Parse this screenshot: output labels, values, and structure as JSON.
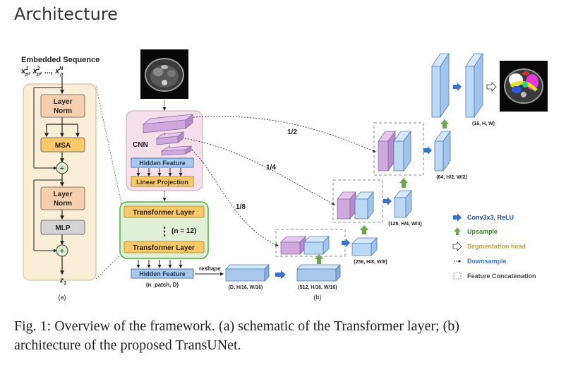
{
  "page_title": "Architecture",
  "panel_a": {
    "embedded_sequence": "Embedded Sequence",
    "seq_formula_1": "x",
    "seq_formula_sup1": "1",
    "seq_formula_sub": "p",
    "seq_formula_sup2": "2",
    "seq_formula_sep": ", ..., ",
    "seq_formula_supN": "N",
    "layer_norm_1": [
      "Layer",
      "Norm"
    ],
    "msa": "MSA",
    "layer_norm_2": [
      "Layer",
      "Norm"
    ],
    "mlp": "MLP",
    "plus": "+",
    "output": "z",
    "output_sub": "1",
    "label": "(a)"
  },
  "panel_b": {
    "cnn": "CNN",
    "hidden_feature": "Hidden Feature",
    "linear_projection": "Linear Projection",
    "transformer_layer_top": "Transformer Layer",
    "n_layers": "(n = 12)",
    "transformer_layer_bottom": "Transformer Layer",
    "hidden_feature_bottom": "Hidden Feature",
    "n_patch": "(n_patch, D)",
    "reshape": "reshape",
    "dims_d": "(D, H/16, W/16)",
    "dims_512": "(512, H/16, W/16)",
    "dims_256": "(256, H/8, W/8)",
    "dims_128": "(128, H/4, W/4)",
    "dims_64": "(64, H/2, W/2)",
    "dims_16": "(16, H, W)",
    "skip_half": "1/2",
    "skip_quarter": "1/4",
    "skip_eighth": "1/8",
    "label": "(b)"
  },
  "legend": {
    "conv": "Conv3x3, ReLU",
    "upsample": "Upsample",
    "seg_head": "Segmentation head",
    "downsample": "Downsample",
    "concat": "Feature Concatenation"
  },
  "caption_line1": "Fig. 1: Overview of the framework. (a) schematic of the Transformer layer; (b)",
  "caption_line2": "architecture of the proposed TransUNet.",
  "colors": {
    "panel_a_bg": "#fbeed6",
    "cnn_bg": "#f4dfea",
    "transformer_bg": "#dff1d6",
    "layer_box": "#f6cfae",
    "msa_box": "#f8c86a",
    "hidden_blue": "#a9c8ec",
    "purple": "#cfa8de",
    "blue": "#bcd8f4",
    "conv_arrow": "#3b74c5",
    "upsample_arrow": "#6aa84f",
    "seg_head": "#c8a22a"
  }
}
